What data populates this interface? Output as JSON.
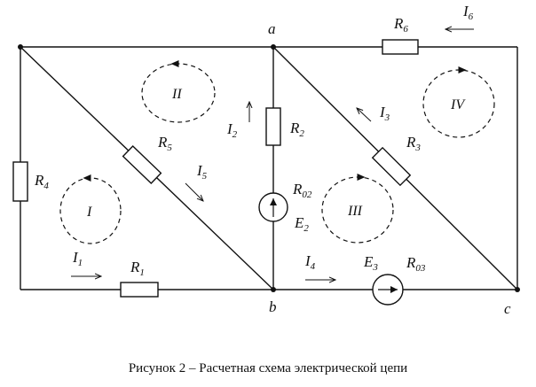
{
  "caption": "Рисунок 2 – Расчетная схема электрической цепи",
  "nodes": {
    "a": "a",
    "b": "b",
    "c": "c"
  },
  "resistors": {
    "r1": {
      "main": "R",
      "sub": "1"
    },
    "r2": {
      "main": "R",
      "sub": "2"
    },
    "r3": {
      "main": "R",
      "sub": "3"
    },
    "r4": {
      "main": "R",
      "sub": "4"
    },
    "r5": {
      "main": "R",
      "sub": "5"
    },
    "r6": {
      "main": "R",
      "sub": "6"
    },
    "r02": {
      "main": "R",
      "sub": "02"
    },
    "r03": {
      "main": "R",
      "sub": "03"
    }
  },
  "sources": {
    "e2": {
      "main": "E",
      "sub": "2"
    },
    "e3": {
      "main": "E",
      "sub": "3"
    }
  },
  "currents": {
    "i1": {
      "main": "I",
      "sub": "1"
    },
    "i2": {
      "main": "I",
      "sub": "2"
    },
    "i3": {
      "main": "I",
      "sub": "3"
    },
    "i4": {
      "main": "I",
      "sub": "4"
    },
    "i5": {
      "main": "I",
      "sub": "5"
    },
    "i6": {
      "main": "I",
      "sub": "6"
    }
  },
  "loops": {
    "l1": "I",
    "l2": "II",
    "l3": "III",
    "l4": "IV"
  }
}
